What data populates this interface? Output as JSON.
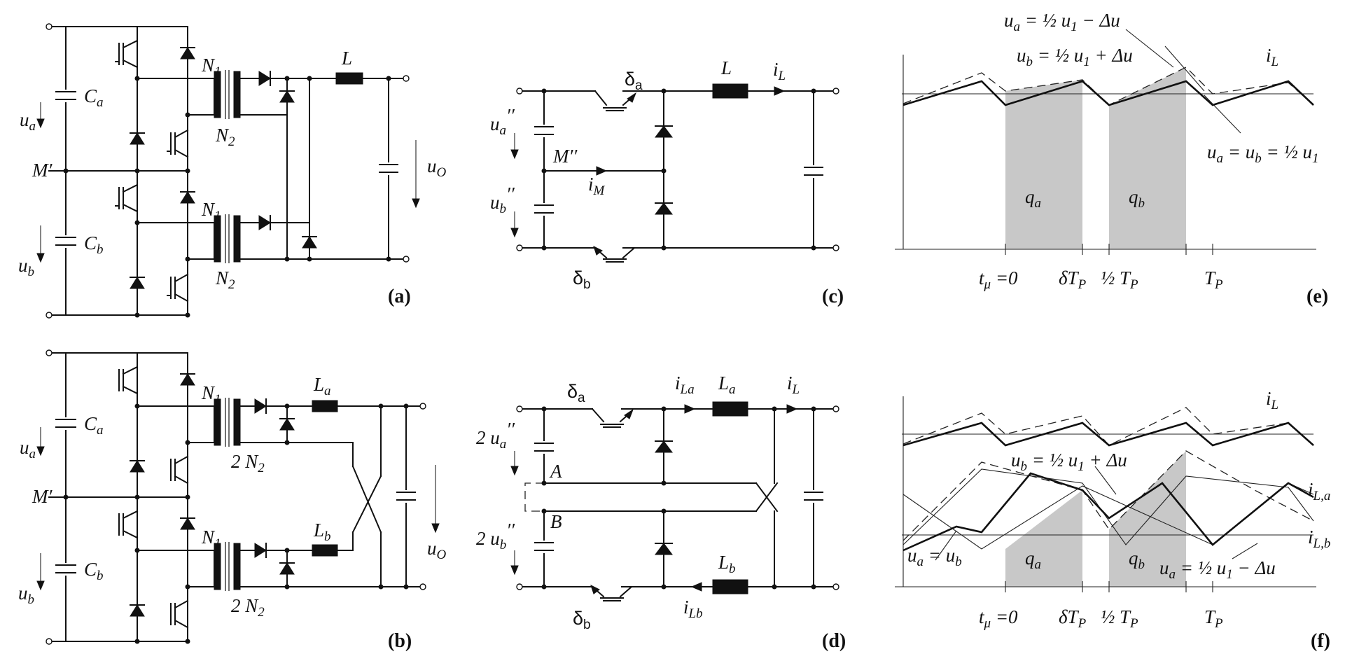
{
  "figure": {
    "panels": [
      "(a)",
      "(b)",
      "(c)",
      "(d)",
      "(e)",
      "(f)"
    ]
  },
  "labels": {
    "ua": "u",
    "ua_sub": "a",
    "ub": "u",
    "ub_sub": "b",
    "Ca": "C",
    "Ca_sub": "a",
    "Cb": "C",
    "Cb_sub": "b",
    "Mprime": "M′",
    "N1": "N",
    "N1_sub": "1",
    "N2": "N",
    "N2_sub": "2",
    "twoN2": "2 N",
    "twoN2_sub": "2",
    "L": "L",
    "La": "L",
    "La_sub": "a",
    "Lb": "L",
    "Lb_sub": "b",
    "uO": "u",
    "uO_sub": "O",
    "ua2": "u",
    "ua2_sub": "a",
    "ua2_sup": "′′",
    "ub2": "u",
    "ub2_sub": "b",
    "ub2_sup": "′′",
    "two_ua2": "2 u",
    "two_ub2": "2 u",
    "Mpp": "M′′",
    "iM": "i",
    "iM_sub": "M",
    "iL": "i",
    "iL_sub": "L",
    "iLa": "i",
    "iLa_sub": "La",
    "iLb": "i",
    "iLb_sub": "Lb",
    "delta": "δ",
    "delta_a_sub": "a",
    "delta_b_sub": "b",
    "A": "A",
    "B": "B"
  },
  "waveform_e": {
    "eq1": "u",
    "eq1_sub": "a",
    "eq1_rest": " = ½ u",
    "eq1_sub2": "1",
    "eq1_tail": " − Δu",
    "eq2": "u",
    "eq2_sub": "b",
    "eq2_rest": " = ½ u",
    "eq2_sub2": "1",
    "eq2_tail": " + Δu",
    "eq3": "u",
    "eq3_sub": "a",
    "eq3_mid": " = u",
    "eq3_sub2": "b",
    "eq3_rest": " = ½ u",
    "eq3_sub3": "1",
    "iL": "i",
    "iL_sub": "L",
    "qa": "q",
    "qa_sub": "a",
    "qb": "q",
    "qb_sub": "b",
    "t0": "t",
    "t0_sub": "μ",
    "t0_rest": " =0",
    "dTp": "δT",
    "dTp_sub": "P",
    "halfTp": "½ T",
    "halfTp_sub": "P",
    "Tp": "T",
    "Tp_sub": "P"
  },
  "waveform_f": {
    "iL": "i",
    "iL_sub": "L",
    "iLa": "i",
    "iLa_sub": "L,a",
    "iLb": "i",
    "iLb_sub": "L,b",
    "eq_b": "u",
    "eq_b_sub": "b",
    "eq_b_rest": " = ½ u",
    "eq_b_sub2": "1",
    "eq_b_tail": " + Δu",
    "eq_ab": "u",
    "eq_ab_sub": "a",
    "eq_ab_rest": " = u",
    "eq_ab_sub2": "b",
    "eq_a": "u",
    "eq_a_sub": "a",
    "eq_a_rest": " = ½ u",
    "eq_a_sub2": "1",
    "eq_a_tail": " − Δu",
    "qa": "q",
    "qa_sub": "a",
    "qb": "q",
    "qb_sub": "b",
    "t0": "t",
    "t0_sub": "μ",
    "t0_rest": " =0",
    "dTp": "δT",
    "dTp_sub": "P",
    "halfTp": "½ T",
    "halfTp_sub": "P",
    "Tp": "T",
    "Tp_sub": "P"
  }
}
